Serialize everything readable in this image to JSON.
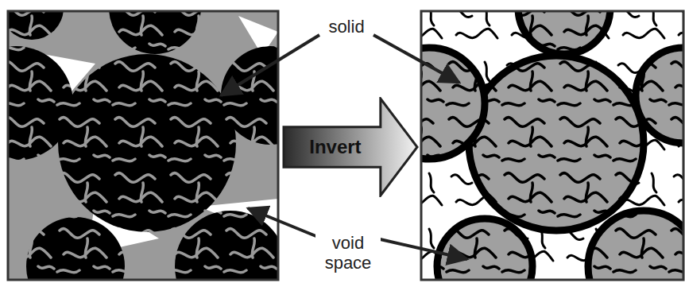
{
  "diagram": {
    "nodes": [
      {
        "text": [
          "Invert"
        ]
      }
    ],
    "labels": [
      "solid",
      "void space"
    ]
  }
}
